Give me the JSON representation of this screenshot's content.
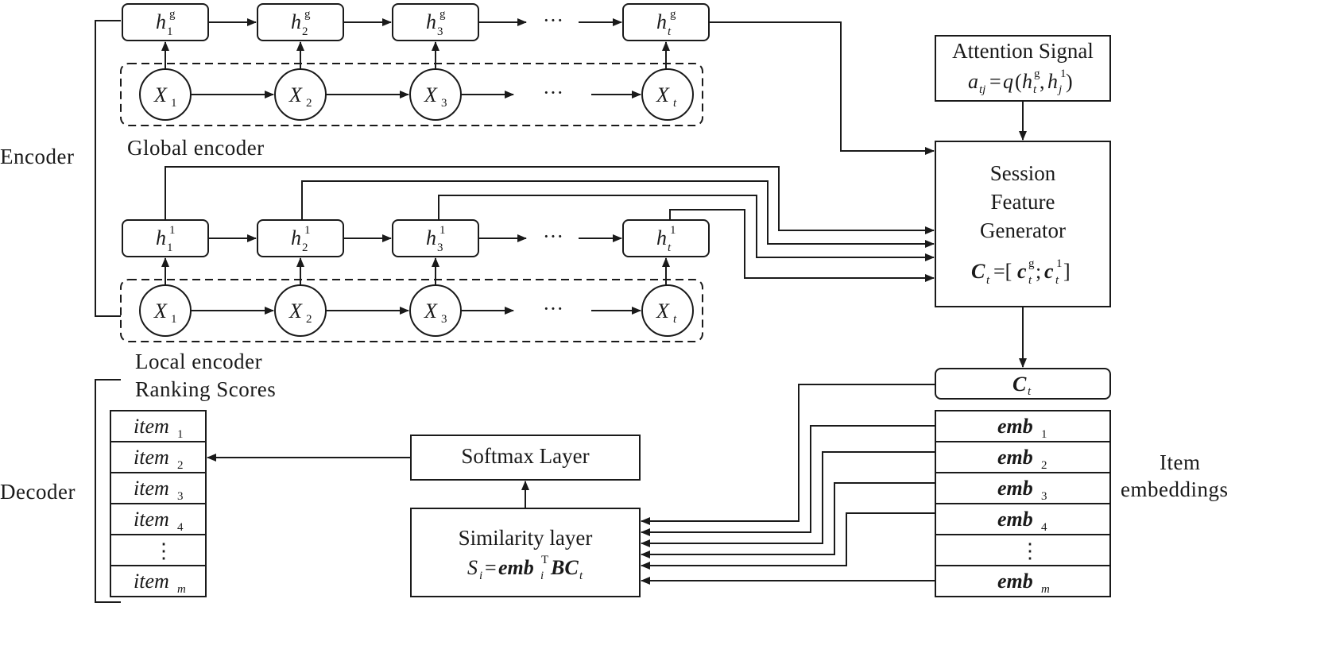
{
  "labels": {
    "encoder": "Encoder",
    "decoder": "Decoder",
    "global_encoder": "Global  encoder",
    "local_encoder": "Local encoder",
    "ranking_scores": "Ranking Scores",
    "item_embeddings_line1": "Item",
    "item_embeddings_line2": "embeddings"
  },
  "attention": {
    "title": "Attention Signal"
  },
  "session_feature_generator": {
    "line1": "Session",
    "line2": "Feature",
    "line3": "Generator"
  },
  "softmax": {
    "label": "Softmax Layer"
  },
  "similarity": {
    "label": "Similarity layer"
  },
  "global_hidden_sup": "g",
  "local_hidden_sup": "1",
  "hidden_subs": [
    "1",
    "2",
    "3",
    "t"
  ],
  "input_subs": [
    "1",
    "2",
    "3",
    "t"
  ],
  "ellipsis": "···",
  "vertical_ellipsis": "⋮",
  "ranking_items": {
    "prefix": "item",
    "subs": [
      "1",
      "2",
      "3",
      "4",
      "m"
    ]
  },
  "embeddings": {
    "prefix": "emb",
    "subs": [
      "1",
      "2",
      "3",
      "4",
      "m"
    ]
  }
}
